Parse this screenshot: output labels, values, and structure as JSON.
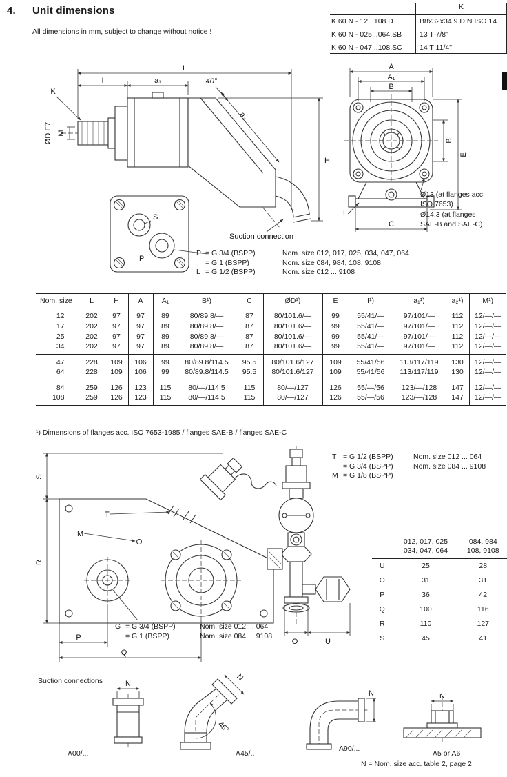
{
  "page": {
    "section_number": "4.",
    "title": "Unit dimensions",
    "subtitle": "All dimensions in mm, subject to change without notice !"
  },
  "shaft_table": {
    "header": "K",
    "rows": [
      {
        "model": "K 60 N - 12...108.D",
        "key": "B8x32x34.9 DIN ISO 14"
      },
      {
        "model": "K 60 N - 025...064.SB",
        "key": "13 T  7/8\""
      },
      {
        "model": "K 60 N - 047...108.SC",
        "key": "14 T  11/4\""
      }
    ]
  },
  "drawings": {
    "side_view": {
      "L": "L",
      "I": "I",
      "a1": "a₁",
      "angle": "40°",
      "K": "K",
      "M": "M",
      "dDF7": "ØD F7",
      "a2": "a₂",
      "H": "H",
      "suction": "Suction connection"
    },
    "front_view": {
      "A": "A",
      "A1": "A₁",
      "B_top": "B",
      "B_right": "B",
      "E": "E",
      "C": "C",
      "L": "L",
      "flange_note_1": "Ø13 (at flanges acc.\nISO 7653)",
      "flange_note_2": "Ø14.3 (at flanges\nSAE-B and SAE-C)"
    },
    "port_view": {
      "S": "S",
      "P": "P"
    },
    "back_view": {
      "S": "S",
      "R": "R",
      "P": "P",
      "Q": "Q",
      "T": "T",
      "M": "M"
    },
    "valve_view": {
      "O": "O",
      "U": "U"
    }
  },
  "port_notes_top": [
    {
      "key": "P",
      "thread": "= G 3/4 (BSPP)",
      "sizes": "Nom. size 012, 017, 025, 034, 047, 064"
    },
    {
      "key": "",
      "thread": "= G 1 (BSPP)",
      "sizes": "Nom. size 084, 984, 108, 9108"
    },
    {
      "key": "L",
      "thread": "= G 1/2 (BSPP)",
      "sizes": "Nom. size 012 ... 9108"
    }
  ],
  "main_table": {
    "headers": [
      "Nom. size",
      "L",
      "H",
      "A",
      "A₁",
      "B¹)",
      "C",
      "ØD¹)",
      "E",
      "I¹)",
      "a₁¹)",
      "a₂¹)",
      "M¹)"
    ],
    "groups": [
      {
        "rows": [
          [
            "12",
            "202",
            "97",
            "97",
            "89",
            "80/89.8/—",
            "87",
            "80/101.6/—",
            "99",
            "55/41/—",
            "97/101/—",
            "112",
            "12/—/—"
          ],
          [
            "17",
            "202",
            "97",
            "97",
            "89",
            "80/89.8/—",
            "87",
            "80/101.6/—",
            "99",
            "55/41/—",
            "97/101/—",
            "112",
            "12/—/—"
          ],
          [
            "25",
            "202",
            "97",
            "97",
            "89",
            "80/89.8/—",
            "87",
            "80/101.6/—",
            "99",
            "55/41/—",
            "97/101/—",
            "112",
            "12/—/—"
          ],
          [
            "34",
            "202",
            "97",
            "97",
            "89",
            "80/89.8/—",
            "87",
            "80/101.6/—",
            "99",
            "55/41/—",
            "97/101/—",
            "112",
            "12/—/—"
          ]
        ]
      },
      {
        "rows": [
          [
            "47",
            "228",
            "109",
            "106",
            "99",
            "80/89.8/114.5",
            "95.5",
            "80/101.6/127",
            "109",
            "55/41/56",
            "113/117/119",
            "130",
            "12/—/—"
          ],
          [
            "64",
            "228",
            "109",
            "106",
            "99",
            "80/89.8/114.5",
            "95.5",
            "80/101.6/127",
            "109",
            "55/41/56",
            "113/117/119",
            "130",
            "12/—/—"
          ]
        ]
      },
      {
        "rows": [
          [
            "84",
            "259",
            "126",
            "123",
            "115",
            "80/—/114.5",
            "115",
            "80/—/127",
            "126",
            "55/—/56",
            "123/—/128",
            "147",
            "12/—/—"
          ],
          [
            "108",
            "259",
            "126",
            "123",
            "115",
            "80/—/114.5",
            "115",
            "80/—/127",
            "126",
            "55/—/56",
            "123/—/128",
            "147",
            "12/—/—"
          ]
        ]
      }
    ],
    "footnote": "¹) Dimensions of flanges acc. ISO  7653-1985 / flanges SAE-B / flanges SAE-C"
  },
  "tm_notes": [
    {
      "key": "T",
      "thread": "= G 1/2 (BSPP)",
      "sizes": "Nom. size 012 ...  064"
    },
    {
      "key": "",
      "thread": "= G 3/4 (BSPP)",
      "sizes": "Nom. size 084 ...  9108"
    },
    {
      "key": "M",
      "thread": "= G 1/8 (BSPP)",
      "sizes": ""
    }
  ],
  "g_notes": [
    {
      "key": "G",
      "thread": "= G 3/4 (BSPP)",
      "sizes": "Nom. size 012 ... 064"
    },
    {
      "key": "",
      "thread": "= G 1 (BSPP)",
      "sizes": "Nom. size 084 ... 9108"
    }
  ],
  "size_table": {
    "col1_header": "012, 017, 025\n034, 047, 064",
    "col2_header": "084, 984\n108, 9108",
    "rows": [
      {
        "label": "U",
        "v1": "25",
        "v2": "28"
      },
      {
        "label": "O",
        "v1": "31",
        "v2": "31"
      },
      {
        "label": "P",
        "v1": "36",
        "v2": "42"
      },
      {
        "label": "Q",
        "v1": "100",
        "v2": "116"
      },
      {
        "label": "R",
        "v1": "110",
        "v2": "127"
      },
      {
        "label": "S",
        "v1": "45",
        "v2": "41"
      }
    ]
  },
  "suction": {
    "title": "Suction connections",
    "items": [
      {
        "label": "A00/...",
        "dim": "N"
      },
      {
        "label": "A45/..",
        "dim": "N",
        "angle": "45°"
      },
      {
        "label": "A90/...",
        "dim": "N"
      },
      {
        "label": "A5 or A6",
        "dim": "N"
      }
    ],
    "footnote": "N = Nom. size acc. table 2, page 2"
  }
}
